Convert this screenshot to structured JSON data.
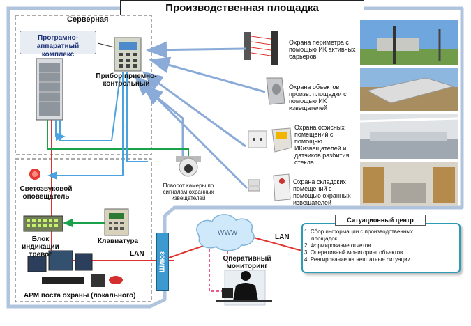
{
  "title": "Производственная площадка",
  "server_room": {
    "title": "Серверная",
    "complex_label": "Програмно-аппаратный комплекс",
    "panel_label": "Прибор приемно-контрольный"
  },
  "security_zones": [
    {
      "label": "Охрана периметра с помощью ИК активных барьеров",
      "icon": "ir-barrier-icon"
    },
    {
      "label": "Охрана объектов произв. площадки с помощью ИК извещателей",
      "icon": "ir-detector-icon"
    },
    {
      "label": "Охрана офисных помещений с помощью ИКизвещателей и датчиков разбития стекла",
      "icon": "glass-break-sensor-icon"
    },
    {
      "label": "Охрана складских помещений с помощью охранных извещателей",
      "icon": "magnetic-contact-icon"
    }
  ],
  "camera_label": "Поворот камеры по сигналам охранных извещателей",
  "local_post": {
    "siren_label": "Светозвуковой оповещатель",
    "indicator_label": "Блок индикации тревог",
    "keypad_label": "Клавиатура",
    "lan_label": "LAN",
    "workstation_label": "АРМ поста охраны (локального)"
  },
  "network": {
    "cloud_label": "WWW",
    "gateway_label": "Шлюз",
    "lan_label": "LAN",
    "monitoring_label": "Оперативный мониторинг"
  },
  "situation_center": {
    "title": "Ситуационный центр",
    "items": [
      "1. Сбор информации с производственных",
      "площадок.",
      "2. Формирование отчетов.",
      "3. Оперативный мониторинг объектов.",
      "4. Реагирование на нештатные ситуации."
    ]
  },
  "colors": {
    "frame": "#b0c4de",
    "arrow_blue": "#8aaad8",
    "line_red": "#e0322c",
    "line_green": "#19a24a",
    "line_blue": "#4aa3df",
    "line_pink": "#e85a8a",
    "accent_teal": "#2d9bb5"
  }
}
